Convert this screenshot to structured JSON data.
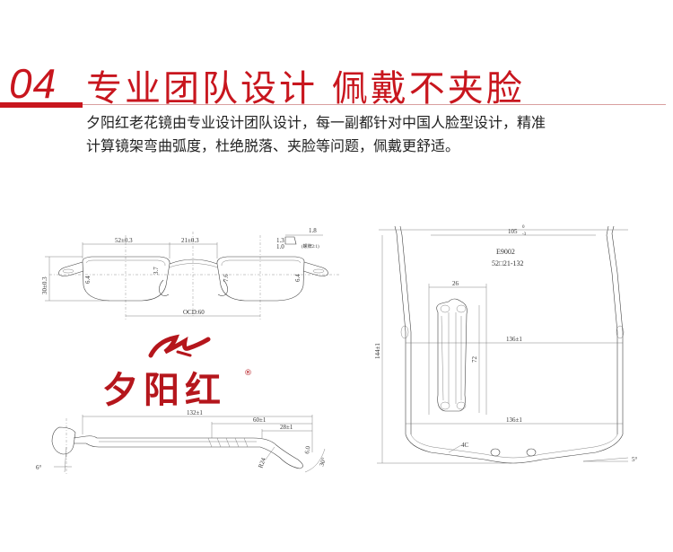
{
  "header": {
    "number": "04",
    "title": "专业团队设计  佩戴不夹脸"
  },
  "description": {
    "line1": "夕阳红老花镜由专业设计团队设计，每一副都针对中国人脸型设计，精准",
    "line2": "计算镜架弯曲弧度，杜绝脱落、夹脸等问题，佩戴更舒适。"
  },
  "brand": {
    "logo_text": "夕阳红",
    "registered_mark": "®"
  },
  "front_view": {
    "lens_width": "52±0.3",
    "bridge_width": "21±0.3",
    "lens_height": "30±0.3",
    "bridge_height": "3.7",
    "left_lens_value": "6.4",
    "right_lens_value": "6.4",
    "inner_value": "7.6",
    "ocd": "OCD:60",
    "detail_top": "1.8",
    "detail_a": "1.3",
    "detail_b": "1.0",
    "detail_note": "(螺牌2:1)"
  },
  "side_view": {
    "temple_length": "132±1",
    "seg1": "60±1",
    "seg2": "28±1",
    "radius": "R24",
    "tip": "6.0",
    "angle_bottom": "30°",
    "angle_left": "6°"
  },
  "top_view": {
    "top_width": "105",
    "tol_upper": "0",
    "tol_lower": "-3",
    "model": "E9002",
    "size": "52□21-132",
    "inner_w": "26",
    "inner_h": "72",
    "span1": "136±1",
    "span2": "136±1",
    "total_len": "144±1",
    "bend": "4C",
    "angle": "5°"
  }
}
